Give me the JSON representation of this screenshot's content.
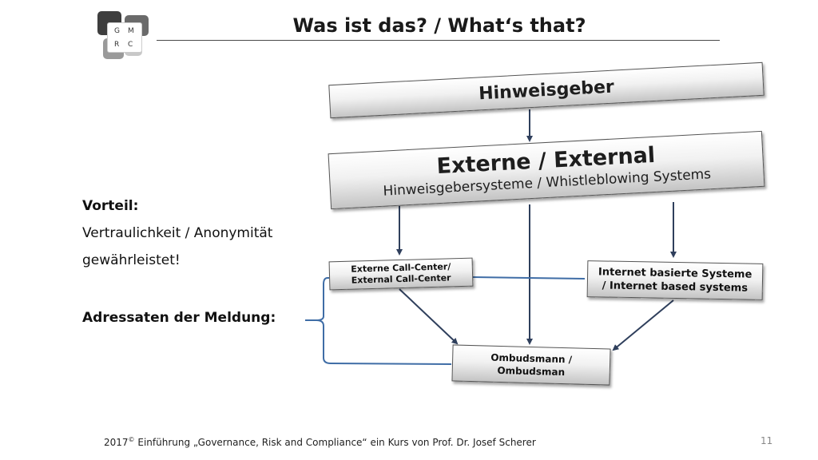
{
  "logo": {
    "letters": [
      "G",
      "M",
      "R",
      "C"
    ]
  },
  "title": "Was ist das? / What‘s that?",
  "left_panel": {
    "advantage_heading": "Vorteil:",
    "advantage_line1": "Vertraulichkeit / Anonymität",
    "advantage_line2": "gewährleistet!",
    "recipients_heading": "Adressaten der Meldung:"
  },
  "diagram": {
    "whistleblower": "Hinweisgeber",
    "external_title": "Externe / External",
    "external_subtitle": "Hinweisgebersysteme / Whistleblowing Systems",
    "call_center_line1": "Externe Call-Center/",
    "call_center_line2": "External Call-Center",
    "internet_line1": "Internet basierte Systeme",
    "internet_line2": "/ Internet based systems",
    "ombudsman_line1": "Ombudsmann /",
    "ombudsman_line2": "Ombudsman"
  },
  "colors": {
    "arrow": "#2f3f5c",
    "bracket": "#3f6da6"
  },
  "footer": {
    "year": "2017",
    "copyright": "©",
    "text": " Einführung „Governance, Risk and Compliance“ ein Kurs von Prof. Dr. Josef Scherer"
  },
  "page_number": "11"
}
